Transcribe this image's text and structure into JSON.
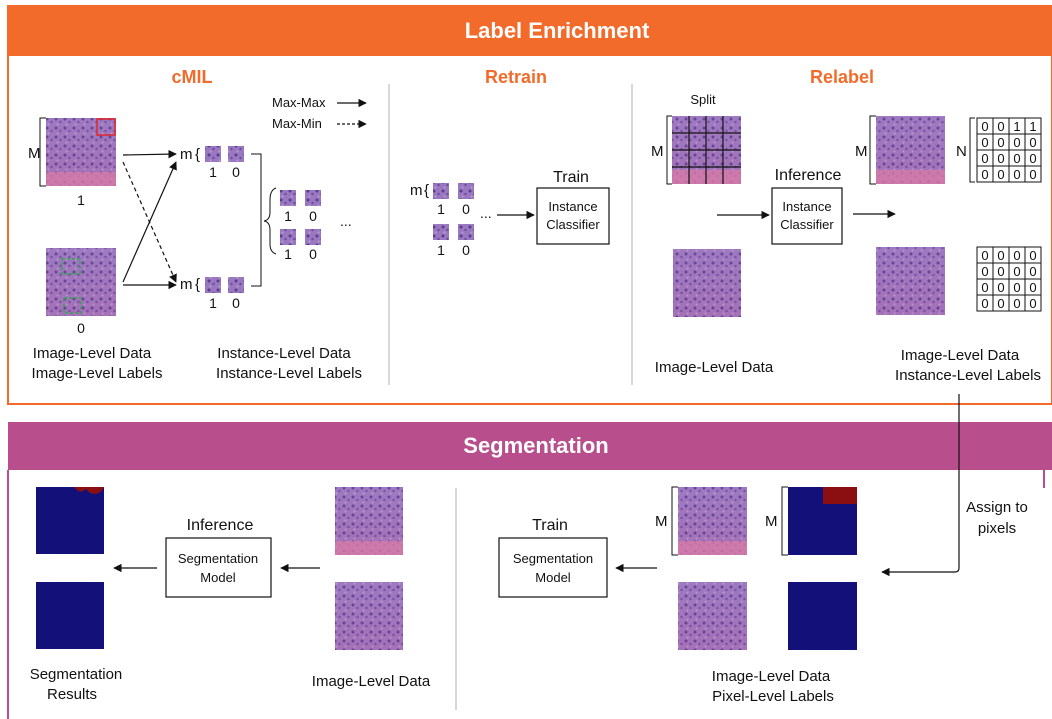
{
  "banners": {
    "label_enrichment": "Label Enrichment",
    "segmentation": "Segmentation"
  },
  "sections": {
    "cmil": "cMIL",
    "retrain": "Retrain",
    "relabel": "Relabel"
  },
  "cmil": {
    "m_big": "M",
    "img_label_pos": "1",
    "img_label_neg": "0",
    "m_small": "m",
    "patch_label_1": "1",
    "patch_label_0": "0",
    "legend_maxmax": "Max-Max",
    "legend_maxmin": "Max-Min",
    "ellipsis": "...",
    "left_caption_1": "Image-Level Data",
    "left_caption_2": "Image-Level Labels",
    "right_caption_1": "Instance-Level Data",
    "right_caption_2": "Instance-Level  Labels"
  },
  "retrain": {
    "m_small": "m",
    "patch_label_1": "1",
    "patch_label_0": "0",
    "ellipsis": "...",
    "train_label": "Train",
    "classifier_line1": "Instance",
    "classifier_line2": "Classifier"
  },
  "relabel": {
    "split_label": "Split",
    "m_big": "M",
    "n_label": "N",
    "inference_label": "Inference",
    "classifier_line1": "Instance",
    "classifier_line2": "Classifier",
    "caption_left": "Image-Level Data",
    "caption_right_1": "Image-Level Data",
    "caption_right_2": "Instance-Level Labels",
    "grid_top": [
      [
        "0",
        "0",
        "1",
        "1"
      ],
      [
        "0",
        "0",
        "0",
        "0"
      ],
      [
        "0",
        "0",
        "0",
        "0"
      ],
      [
        "0",
        "0",
        "0",
        "0"
      ]
    ],
    "grid_bottom": [
      [
        "0",
        "0",
        "0",
        "0"
      ],
      [
        "0",
        "0",
        "0",
        "0"
      ],
      [
        "0",
        "0",
        "0",
        "0"
      ],
      [
        "0",
        "0",
        "0",
        "0"
      ]
    ]
  },
  "segmentation": {
    "assign_line1": "Assign to",
    "assign_line2": "pixels",
    "train_label": "Train",
    "train_model_line1": "Segmentation",
    "train_model_line2": "Model",
    "inference_label": "Inference",
    "infer_model_line1": "Segmentation",
    "infer_model_line2": "Model",
    "m_label": "M",
    "results_line1": "Segmentation",
    "results_line2": "Results",
    "caption_middle": "Image-Level Data",
    "caption_right_1": "Image-Level Data",
    "caption_right_2": "Pixel-Level Labels"
  },
  "colors": {
    "orange": "#f26b2b",
    "magenta": "#b84f8c",
    "mask_blue": "#13107a",
    "mask_red": "#8b0f10"
  }
}
